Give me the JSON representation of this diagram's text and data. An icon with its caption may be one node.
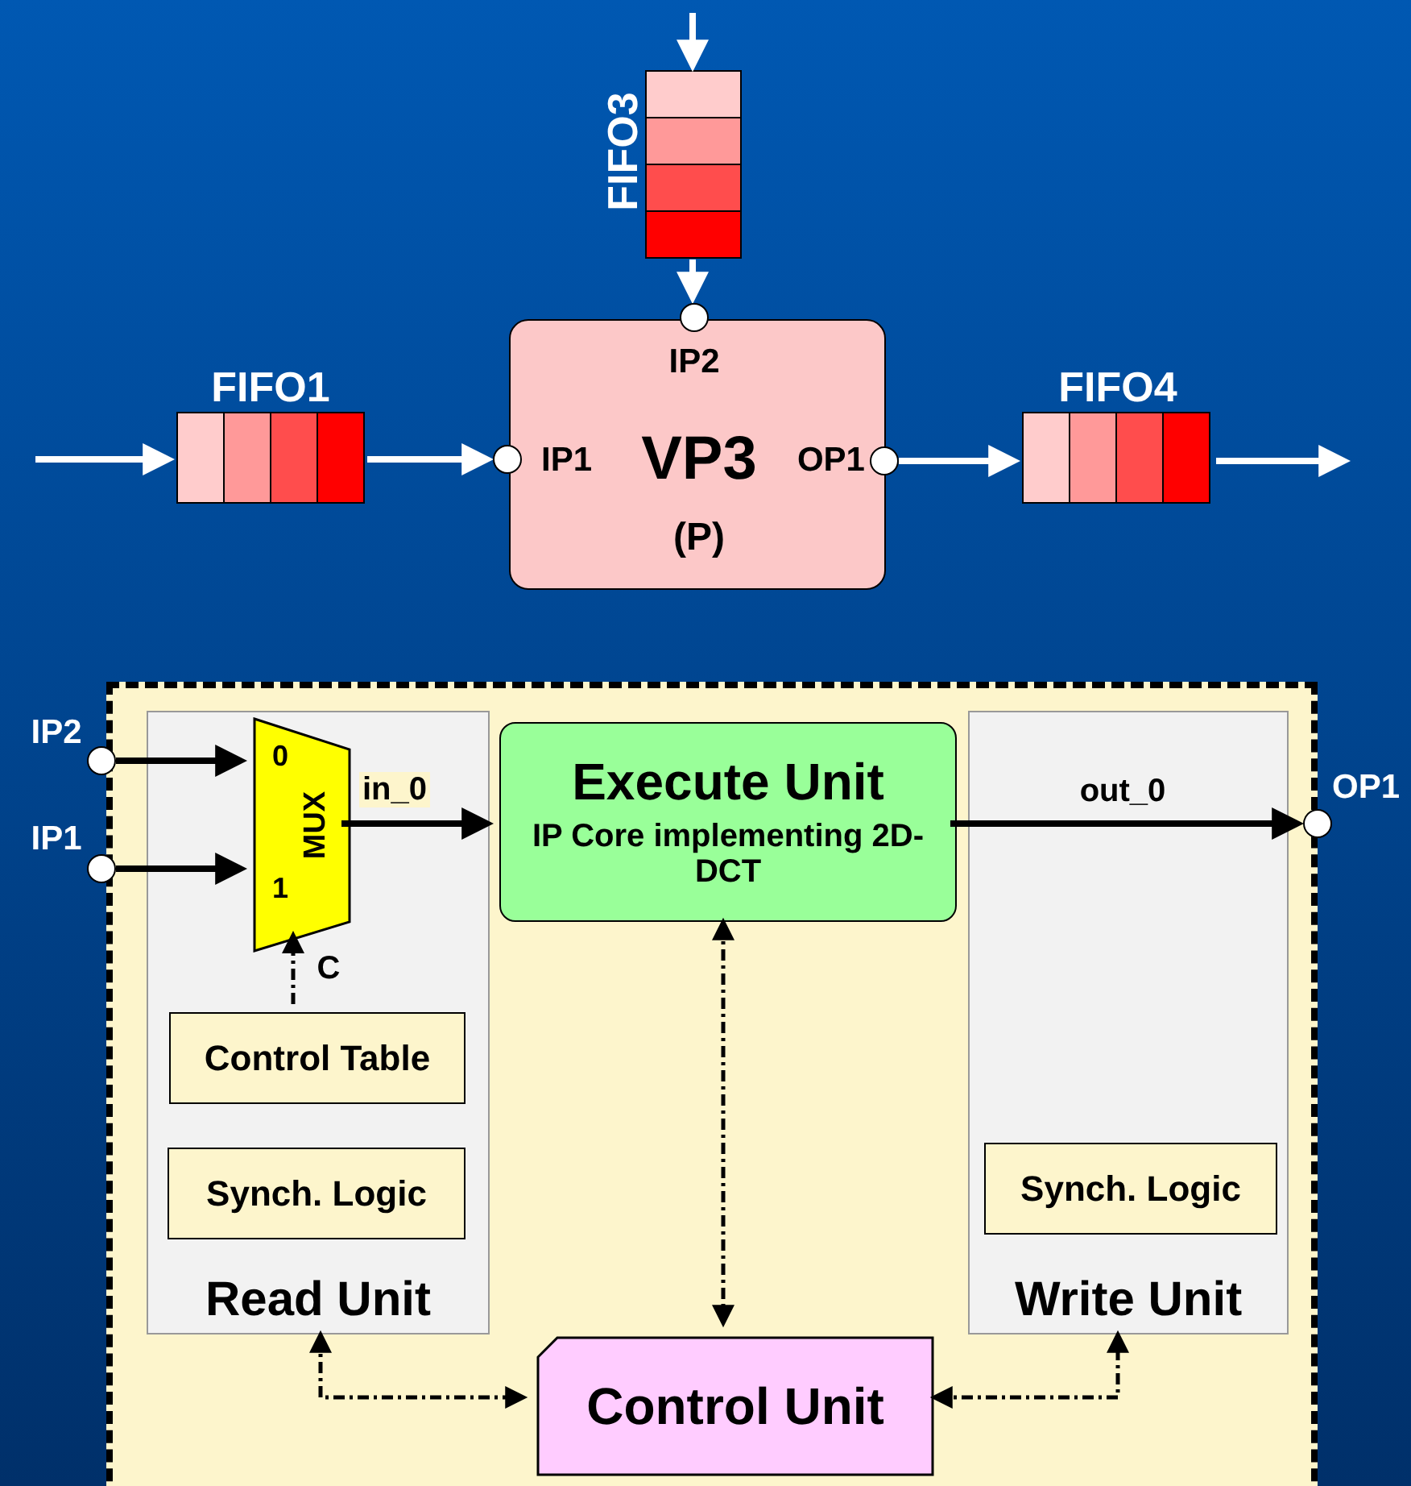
{
  "diagram": {
    "nodes": [
      {
        "text": [
          "FIFO1"
        ]
      },
      {
        "text": [
          "FIFO3"
        ]
      },
      {
        "text": [
          "VP3",
          "(P)"
        ]
      },
      {
        "text": [
          "IP2"
        ]
      },
      {
        "text": [
          "IP1"
        ]
      },
      {
        "text": [
          "OP1"
        ]
      },
      {
        "text": [
          "FIFO4"
        ]
      },
      {
        "text": [],
        "shape": "box"
      },
      {
        "text": [
          "Read Unit"
        ],
        "in": 7
      },
      {
        "text": [
          "0",
          "MUX",
          "1"
        ],
        "in": 8
      },
      {
        "text": [
          "Control Table"
        ],
        "in": 8
      },
      {
        "text": [
          "Synch. Logic"
        ],
        "in": 8
      },
      {
        "text": [
          "Execute Unit",
          "IP Core implementing 2D-DCT"
        ],
        "in": 7
      },
      {
        "text": [
          "Write Unit"
        ],
        "in": 7
      },
      {
        "text": [
          "Synch. Logic"
        ],
        "in": 13
      },
      {
        "text": [
          "Control Unit"
        ],
        "in": 7
      },
      {
        "text": [
          "IP2"
        ]
      },
      {
        "text": [
          "IP1"
        ]
      },
      {
        "text": [
          "OP1"
        ]
      }
    ],
    "edges": [
      {
        "from": null,
        "to": 0,
        "arrow": "to",
        "color": "#ffffff"
      },
      {
        "from": 0,
        "to": 4,
        "arrow": "to",
        "color": "#ffffff"
      },
      {
        "from": null,
        "to": 1,
        "arrow": "to",
        "color": "#ffffff"
      },
      {
        "from": 1,
        "to": 3,
        "arrow": "to",
        "color": "#ffffff"
      },
      {
        "from": 5,
        "to": 6,
        "arrow": "to",
        "color": "#ffffff"
      },
      {
        "from": 6,
        "to": null,
        "arrow": "to",
        "color": "#ffffff"
      },
      {
        "from": 16,
        "to": 9,
        "arrow": "to"
      },
      {
        "from": 17,
        "to": 9,
        "arrow": "to"
      },
      {
        "from": 9,
        "to": 12,
        "arrow": "to",
        "label": "in_0"
      },
      {
        "from": 12,
        "to": 18,
        "arrow": "to",
        "label": "out_0"
      },
      {
        "from": 10,
        "to": 9,
        "arrow": "to",
        "label": "C",
        "style": "dashed"
      },
      {
        "from": 12,
        "to": 15,
        "arrow": "both",
        "style": "dashed"
      },
      {
        "from": 8,
        "to": 15,
        "arrow": "both",
        "style": "dashed"
      },
      {
        "from": 15,
        "to": 13,
        "arrow": "both",
        "style": "dashed"
      }
    ]
  }
}
